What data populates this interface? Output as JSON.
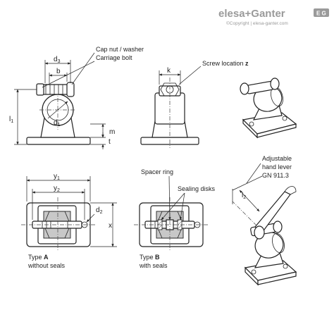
{
  "brand": {
    "logo_text": "elesa+Ganter",
    "copyright": "©Copyright | elesa-ganter.com",
    "badge": "E G"
  },
  "labels": {
    "cap_nut": "Cap nut / washer",
    "carriage_bolt": "Carriage bolt",
    "screw_location": "Screw location",
    "screw_location_symbol": "z",
    "spacer_ring": "Spacer ring",
    "sealing_disks": "Sealing disks",
    "adjustable_1": "Adjustable",
    "adjustable_2": "hand lever",
    "adjustable_3": "GN 911.3",
    "type_a_prefix": "Type",
    "type_a_letter": "A",
    "type_a_desc": "without seals",
    "type_b_prefix": "Type",
    "type_b_letter": "B",
    "type_b_desc": "with seals"
  },
  "dimensions": {
    "d3": "d",
    "d3_sub": "3",
    "b": "b",
    "d1": "d",
    "d1_sub": "1",
    "l1": "l",
    "l1_sub": "1",
    "m": "m",
    "t": "t",
    "k": "k",
    "y1": "y",
    "y1_sub": "1",
    "y2": "y",
    "y2_sub": "2",
    "d2": "d",
    "d2_sub": "2",
    "x": "x",
    "l2": "l",
    "l2_sub": "2"
  }
}
